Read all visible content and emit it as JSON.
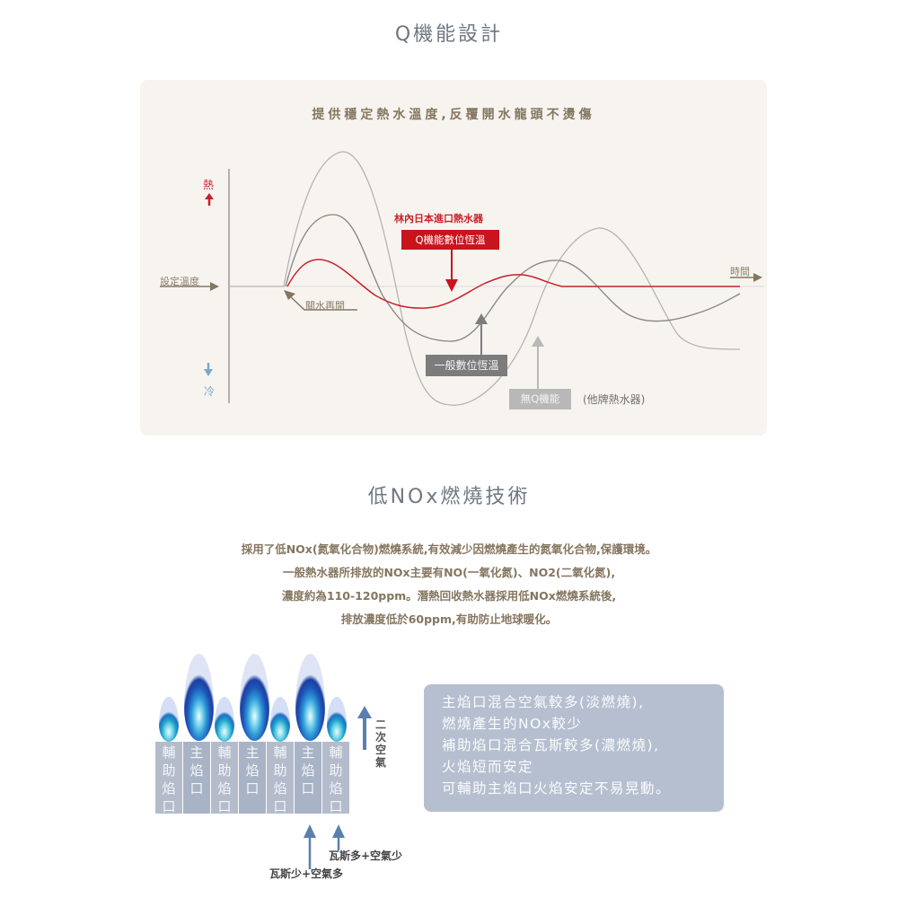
{
  "section1": {
    "title": "Q機能設計",
    "subtitle": "提供穩定熱水溫度,反覆開水龍頭不燙傷",
    "axis": {
      "hot_label": "熱",
      "cold_label": "冷",
      "set_temp_label": "設定溫度",
      "time_label": "時間",
      "reopen_label": "關水再開"
    },
    "legend": {
      "rinnai_label": "林內日本進口熱水器",
      "q_box": "Q機能數位恆溫",
      "general_box": "一般數位恆溫",
      "noq_box": "無Q機能",
      "other_label": "(他牌熱水器)"
    },
    "colors": {
      "panel_bg": "#f7f4f0",
      "red": "#c9141e",
      "dark_gray": "#7c7c7c",
      "light_gray": "#b8b8b8",
      "brown": "#857660",
      "cold_blue": "#7fa6cc"
    }
  },
  "chart_data": {
    "type": "line",
    "title": "提供穩定熱水溫度,反覆開水龍頭不燙傷",
    "xlabel": "時間",
    "ylabel": "熱 ↑ / ↓ 冷",
    "reference_line": "設定溫度",
    "annotation": "關水再開",
    "grid": false,
    "series": [
      {
        "name": "Q機能數位恆溫 (林內日本進口熱水器)",
        "color": "#c9141e",
        "shape": "small overshoot then flat at set temperature"
      },
      {
        "name": "一般數位恆溫",
        "color": "#7c7c7c",
        "shape": "medium damped oscillation"
      },
      {
        "name": "無Q機能 (他牌熱水器)",
        "color": "#b8b8b8",
        "shape": "large undamped oscillation"
      }
    ]
  },
  "section2": {
    "title": "低NOx燃燒技術",
    "description": [
      "採用了低NOx(氮氧化合物)燃燒系統,有效減少因燃燒產生的氮氧化合物,保護環境。",
      "一般熱水器所排放的NOx主要有NO(一氧化氮)、NO2(二氧化氮),",
      "濃度約為110-120ppm。潛熱回收熱水器採用低NOx燃燒系統後,",
      "排放濃度低於60ppm,有助防止地球暖化。"
    ],
    "burner_cells": [
      {
        "type": "aux",
        "chars": [
          "輔",
          "助",
          "焰",
          "口"
        ]
      },
      {
        "type": "main",
        "chars": [
          "主",
          "焰",
          "口"
        ]
      },
      {
        "type": "aux",
        "chars": [
          "輔",
          "助",
          "焰",
          "口"
        ]
      },
      {
        "type": "main",
        "chars": [
          "主",
          "焰",
          "口"
        ]
      },
      {
        "type": "aux",
        "chars": [
          "輔",
          "助",
          "焰",
          "口"
        ]
      },
      {
        "type": "main",
        "chars": [
          "主",
          "焰",
          "口"
        ]
      },
      {
        "type": "aux",
        "chars": [
          "輔",
          "助",
          "焰",
          "口"
        ]
      }
    ],
    "secondary_air_label": [
      "二",
      "次",
      "空",
      "氣"
    ],
    "gas_more_label": "瓦斯多+空氣少",
    "gas_less_label": "瓦斯少+空氣多",
    "info_box": [
      "主焰口混合空氣較多(淡燃燒),",
      "燃燒產生的NOx較少",
      "補助焰口混合瓦斯較多(濃燃燒),",
      "火焰短而安定",
      "可輔助主焰口火焰安定不易晃動。"
    ],
    "colors": {
      "info_bg": "#b5bfcf",
      "cell_bg": "#b4bccc",
      "arrow": "#5b7fae"
    }
  }
}
